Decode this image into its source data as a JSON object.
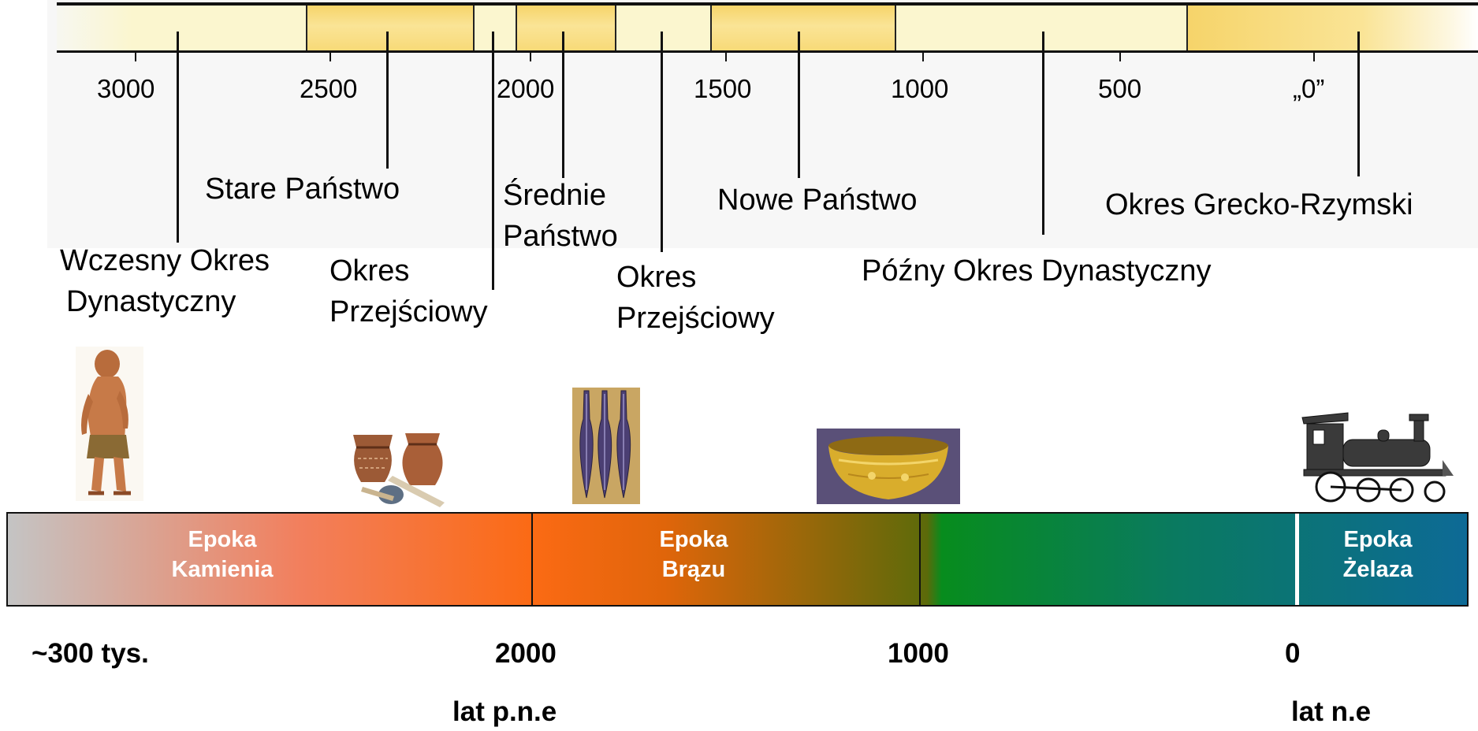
{
  "timeline": {
    "years": [
      "3000",
      "2500",
      "2000",
      "1500",
      "1000",
      "500",
      "„0”"
    ],
    "periods": {
      "early_dynastic": [
        "Wczesny Okres",
        "Dynastyczny"
      ],
      "old_kingdom": "Stare Państwo",
      "first_intermediate": [
        "Okres",
        "Przejściowy"
      ],
      "middle_kingdom": [
        "Średnie",
        "Państwo"
      ],
      "second_intermediate": [
        "Okres",
        "Przejściowy"
      ],
      "new_kingdom": "Nowe Państwo",
      "late_period": "Późny Okres Dynastyczny",
      "greco_roman": "Okres Grecko-Rzymski"
    },
    "colors": {
      "light_band": "#fbf6cf",
      "dark_band": "#f6d46a"
    }
  },
  "ages": {
    "stone": [
      "Epoka",
      "Kamienia"
    ],
    "bronze": [
      "Epoka",
      "Brązu"
    ],
    "iron": [
      "Epoka",
      "Żelaza"
    ]
  },
  "ages_axis": {
    "start": "~300 tys.",
    "y2000": "2000",
    "y1000": "1000",
    "zero": "0",
    "bc": "lat p.n.e",
    "ad": "lat n.e"
  },
  "images": [
    "primitive-man-icon",
    "clay-pots-icon",
    "bronze-spearheads-icon",
    "golden-bowl-icon",
    "steam-locomotive-icon"
  ]
}
